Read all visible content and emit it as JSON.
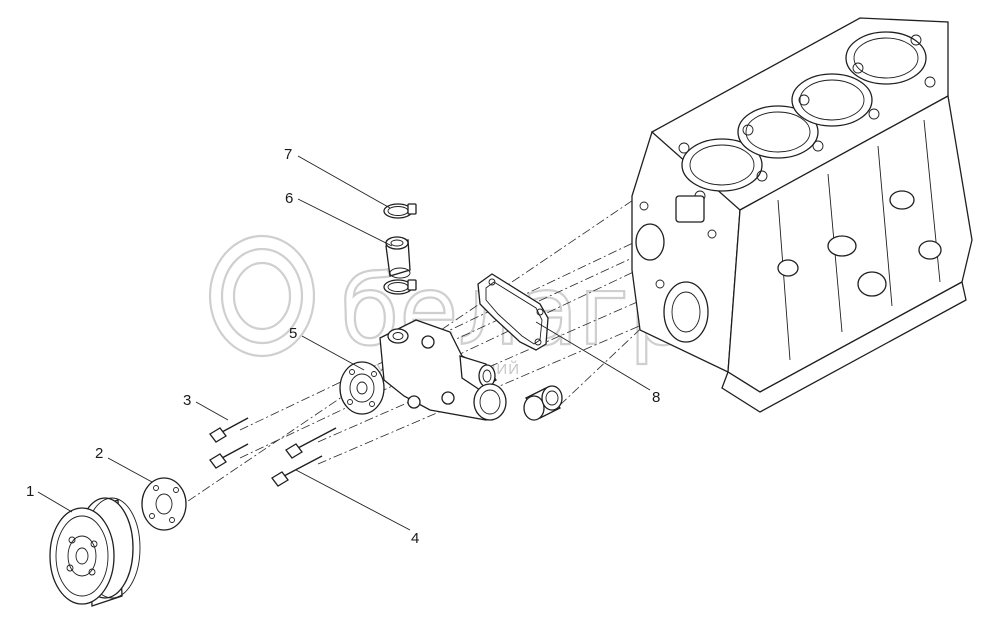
{
  "diagram": {
    "callouts": [
      {
        "id": "1",
        "label": "1"
      },
      {
        "id": "2",
        "label": "2"
      },
      {
        "id": "3",
        "label": "3"
      },
      {
        "id": "4",
        "label": "4"
      },
      {
        "id": "5",
        "label": "5"
      },
      {
        "id": "6",
        "label": "6"
      },
      {
        "id": "7",
        "label": "7"
      },
      {
        "id": "8",
        "label": "8"
      }
    ],
    "watermark": {
      "brand": "белагро",
      "tagline": "ГРУППА КОМПАНИЙ"
    },
    "colors": {
      "line": "#1f1f1f",
      "watermark": "#cfcfcf",
      "background": "#ffffff"
    }
  }
}
